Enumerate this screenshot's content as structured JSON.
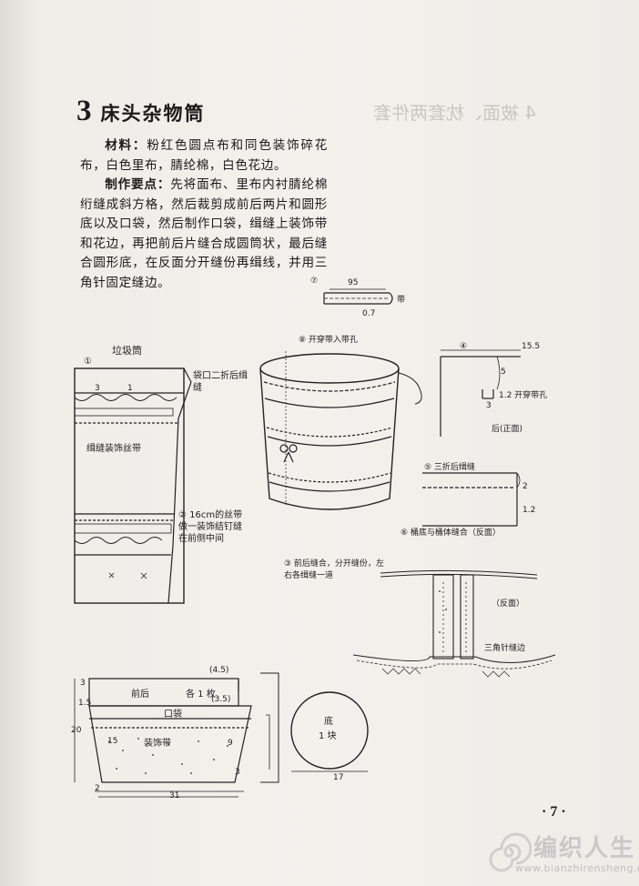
{
  "section": {
    "number": "3",
    "title": "床头杂物筒"
  },
  "materials": {
    "label": "材料：",
    "text": "粉红色圆点布和同色装饰碎花布，白色里布，腈纶棉，白色花边。"
  },
  "method": {
    "label": "制作要点：",
    "text": "先将面布、里布内衬腈纶棉绗缝成斜方格，然后裁剪成前后两片和圆形底以及口袋，然后制作口袋，缉缝上装饰带和花边，再把前后片缝合成圆筒状，最后缝合圆形底，在反面分开缝份再缉线，并用三角针固定缝边。"
  },
  "diagram": {
    "step1": {
      "title": "垃圾筒",
      "number": "①",
      "top_note": "袋口二折后缉缝",
      "dim_3": "3",
      "dim_1": "1",
      "band_note": "缉缝装饰丝带",
      "step2_note": "② 16cm的丝带做一装饰结钉缝在前侧中间"
    },
    "strap": {
      "number": "⑦",
      "length": "95",
      "width": "0.7",
      "label": "带"
    },
    "step8": "⑧ 开穿带入带孔",
    "step4": {
      "number": "④",
      "width": "15.5",
      "dim_5": "5",
      "dim_3": "3",
      "hole_note": "1.2 开穿带孔",
      "caption": "后(正面)"
    },
    "step5": {
      "note": "⑤ 三折后缉缝",
      "dim_2": "2",
      "dim_12": "1.2"
    },
    "step6": "⑥ 桶底与桶体缝合（反面）",
    "step3": {
      "note": "③ 前后缝合，分开缝份，左右各缉缝一道",
      "reverse": "（反面）",
      "herringbone": "三角针缝边"
    },
    "pattern": {
      "front_back": "前后",
      "count": "各 1 枚",
      "pocket": "口袋",
      "decor": "装饰带",
      "dim_45": "(4.5)",
      "dim_35": "(3.5)",
      "dim_9": "9",
      "dim_3": "3",
      "dim_15": "1.5",
      "dim_15b": "15",
      "dim_20": "20",
      "dim_2": "2",
      "dim_3b": "3",
      "dim_31": "31"
    },
    "bottom": {
      "label": "底",
      "count": "1 块",
      "diameter": "17"
    }
  },
  "page_number": "· 7 ·",
  "watermark": {
    "name": "编织人生",
    "url": "www.bianzhirensheng.com"
  }
}
